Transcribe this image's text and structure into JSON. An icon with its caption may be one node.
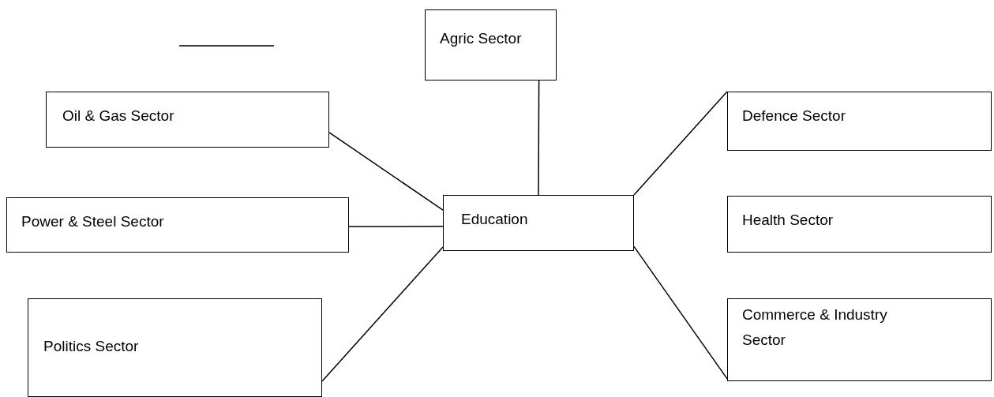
{
  "diagram": {
    "nodes": [
      {
        "text": [
          "Agric Sector"
        ]
      },
      {
        "text": [
          "Oil & Gas Sector"
        ]
      },
      {
        "text": [
          "Power & Steel Sector"
        ]
      },
      {
        "text": [
          "Politics Sector"
        ]
      },
      {
        "text": [
          "Education"
        ]
      },
      {
        "text": [
          "Defence Sector"
        ]
      },
      {
        "text": [
          "Health Sector"
        ]
      },
      {
        "text": [
          "Commerce & Industry Sector"
        ]
      }
    ],
    "edges": [
      {
        "from": 4,
        "to": 0,
        "arrow": "none"
      },
      {
        "from": 4,
        "to": 1,
        "arrow": "none"
      },
      {
        "from": 4,
        "to": 2,
        "arrow": "none"
      },
      {
        "from": 4,
        "to": 3,
        "arrow": "none"
      },
      {
        "from": 4,
        "to": 5,
        "arrow": "none"
      },
      {
        "from": 4,
        "to": 7,
        "arrow": "none"
      }
    ]
  }
}
